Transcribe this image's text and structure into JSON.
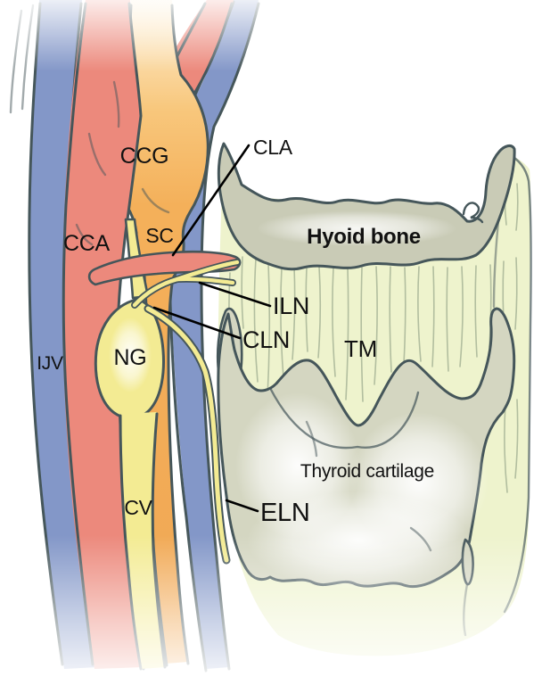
{
  "figure": {
    "description": "Anatomical illustration of cervical vessels and nerves beside the larynx",
    "labels": {
      "ccg": "CCG",
      "cca": "CCA",
      "sc": "SC",
      "cla": "CLA",
      "ijv": "IJV",
      "ng": "NG",
      "iln": "ILN",
      "cln": "CLN",
      "tm": "TM",
      "cv": "CV",
      "eln": "ELN",
      "hyoid_bone": "Hyoid bone",
      "thyroid_cartilage": "Thyroid cartilage"
    },
    "colors": {
      "artery_red": "#ec897c",
      "vein_blue": "#8397c8",
      "nerve_yellow": "#f3eb93",
      "ganglion_orange": "#f5b55e",
      "bone_gray": "#c9cbb6",
      "membrane_green": "#eef3cd",
      "cartilage_gray": "#d4d6c1",
      "striation_green": "#a3b093",
      "outline": "#45565a",
      "leader_line": "#000000",
      "label_text": "#111111"
    }
  }
}
